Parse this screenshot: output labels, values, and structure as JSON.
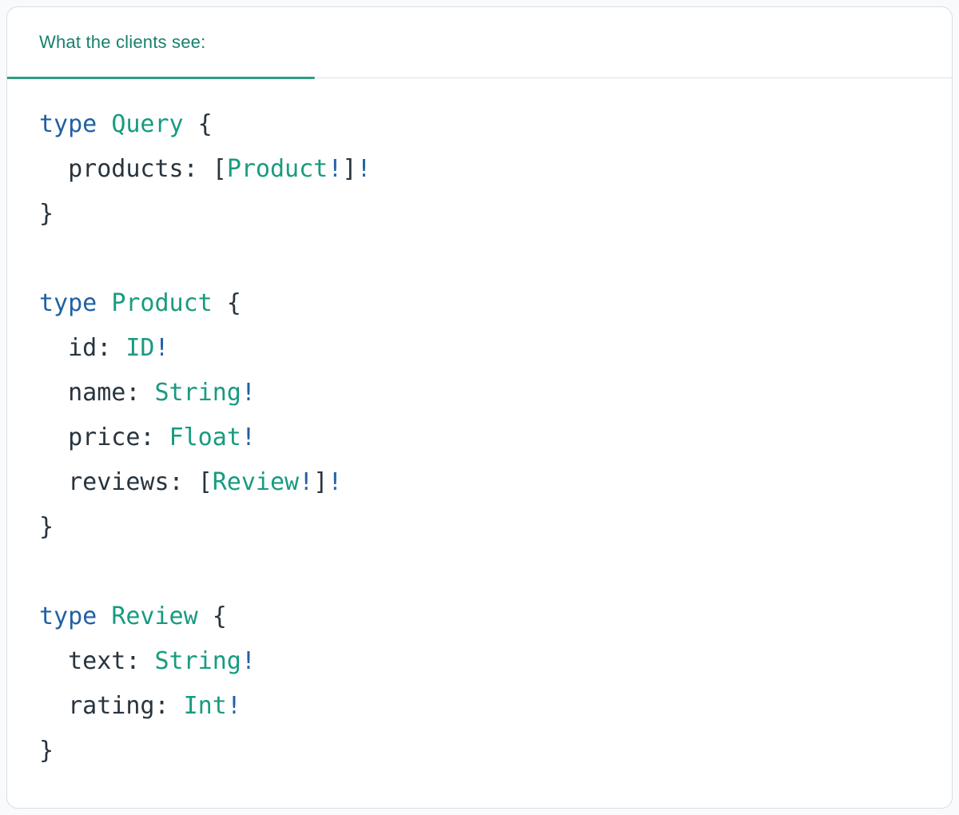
{
  "card": {
    "header": {
      "label": "What the clients see:"
    }
  },
  "code": {
    "language": "graphql",
    "lines": [
      {
        "segments": [
          {
            "t": "type",
            "c": "kw"
          },
          {
            "t": " ",
            "c": "plain"
          },
          {
            "t": "Query",
            "c": "type"
          },
          {
            "t": " {",
            "c": "plain"
          }
        ]
      },
      {
        "segments": [
          {
            "t": "  products: ",
            "c": "plain"
          },
          {
            "t": "[",
            "c": "plain"
          },
          {
            "t": "Product",
            "c": "type"
          },
          {
            "t": "!",
            "c": "bang"
          },
          {
            "t": "]",
            "c": "plain"
          },
          {
            "t": "!",
            "c": "bang"
          }
        ]
      },
      {
        "segments": [
          {
            "t": "}",
            "c": "plain"
          }
        ]
      },
      {
        "segments": []
      },
      {
        "segments": [
          {
            "t": "type",
            "c": "kw"
          },
          {
            "t": " ",
            "c": "plain"
          },
          {
            "t": "Product",
            "c": "type"
          },
          {
            "t": " {",
            "c": "plain"
          }
        ]
      },
      {
        "segments": [
          {
            "t": "  id: ",
            "c": "plain"
          },
          {
            "t": "ID",
            "c": "type"
          },
          {
            "t": "!",
            "c": "bang"
          }
        ]
      },
      {
        "segments": [
          {
            "t": "  name: ",
            "c": "plain"
          },
          {
            "t": "String",
            "c": "type"
          },
          {
            "t": "!",
            "c": "bang"
          }
        ]
      },
      {
        "segments": [
          {
            "t": "  price: ",
            "c": "plain"
          },
          {
            "t": "Float",
            "c": "type"
          },
          {
            "t": "!",
            "c": "bang"
          }
        ]
      },
      {
        "segments": [
          {
            "t": "  reviews: ",
            "c": "plain"
          },
          {
            "t": "[",
            "c": "plain"
          },
          {
            "t": "Review",
            "c": "type"
          },
          {
            "t": "!",
            "c": "bang"
          },
          {
            "t": "]",
            "c": "plain"
          },
          {
            "t": "!",
            "c": "bang"
          }
        ]
      },
      {
        "segments": [
          {
            "t": "}",
            "c": "plain"
          }
        ]
      },
      {
        "segments": []
      },
      {
        "segments": [
          {
            "t": "type",
            "c": "kw"
          },
          {
            "t": " ",
            "c": "plain"
          },
          {
            "t": "Review",
            "c": "type"
          },
          {
            "t": " {",
            "c": "plain"
          }
        ]
      },
      {
        "segments": [
          {
            "t": "  text: ",
            "c": "plain"
          },
          {
            "t": "String",
            "c": "type"
          },
          {
            "t": "!",
            "c": "bang"
          }
        ]
      },
      {
        "segments": [
          {
            "t": "  rating: ",
            "c": "plain"
          },
          {
            "t": "Int",
            "c": "type"
          },
          {
            "t": "!",
            "c": "bang"
          }
        ]
      },
      {
        "segments": [
          {
            "t": "}",
            "c": "plain"
          }
        ]
      }
    ]
  },
  "colors": {
    "page_background": "#f9fafb",
    "card_background": "#ffffff",
    "card_border": "#d8dde2",
    "header_text": "#17806d",
    "header_underline": "#2f9e82",
    "header_border": "#dde1e5",
    "code_plain": "#28343e",
    "code_keyword": "#2160a4",
    "code_type": "#189b80",
    "code_bang": "#2160a4"
  }
}
